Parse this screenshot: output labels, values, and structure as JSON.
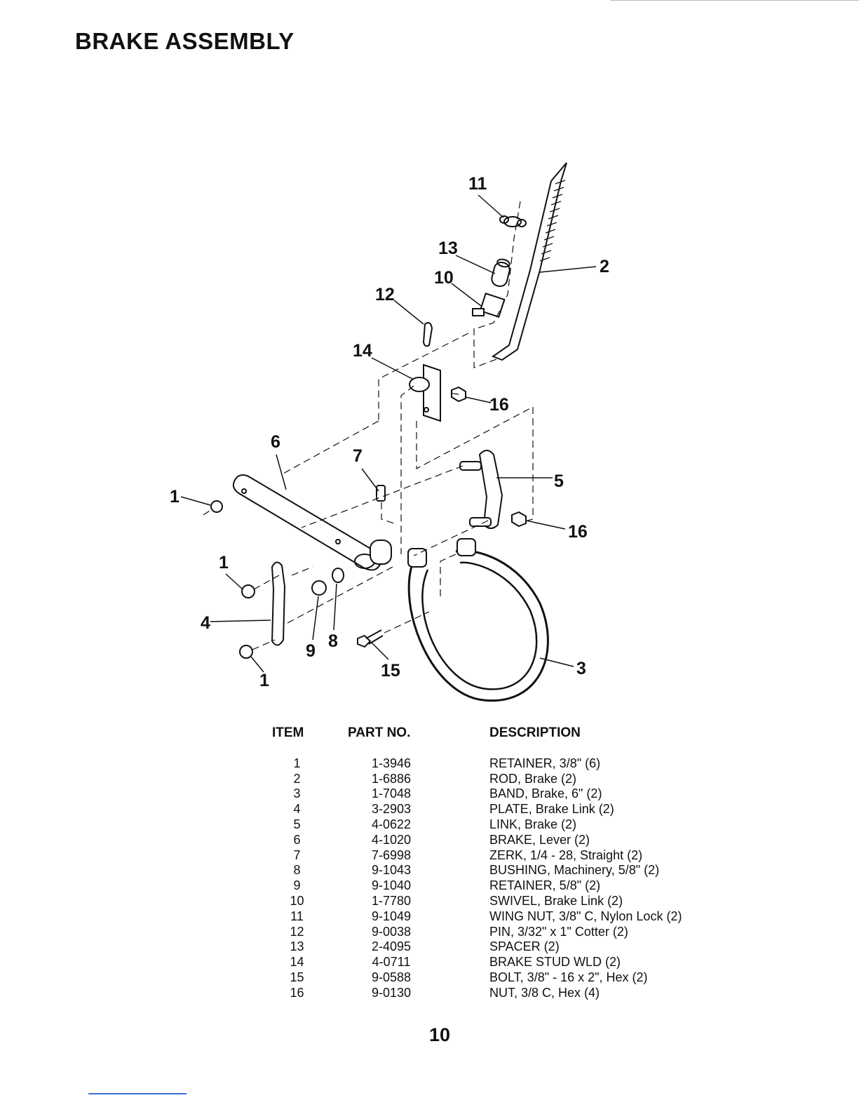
{
  "page": {
    "title": "BRAKE ASSEMBLY",
    "page_number": "10"
  },
  "diagram": {
    "callouts": [
      "11",
      "13",
      "10",
      "12",
      "2",
      "14",
      "16",
      "6",
      "7",
      "5",
      "1",
      "16",
      "1",
      "4",
      "9",
      "8",
      "15",
      "3",
      "1"
    ]
  },
  "parts_table": {
    "headers": {
      "item": "ITEM",
      "part_no": "PART NO.",
      "description": "DESCRIPTION"
    },
    "rows": [
      {
        "item": "1",
        "part_no": "1-3946",
        "description": "RETAINER, 3/8\" (6)"
      },
      {
        "item": "2",
        "part_no": "1-6886",
        "description": "ROD, Brake (2)"
      },
      {
        "item": "3",
        "part_no": "1-7048",
        "description": "BAND, Brake, 6\" (2)"
      },
      {
        "item": "4",
        "part_no": "3-2903",
        "description": "PLATE, Brake Link (2)"
      },
      {
        "item": "5",
        "part_no": "4-0622",
        "description": "LINK, Brake (2)"
      },
      {
        "item": "6",
        "part_no": "4-1020",
        "description": "BRAKE, Lever (2)"
      },
      {
        "item": "7",
        "part_no": "7-6998",
        "description": "ZERK, 1/4 - 28, Straight (2)"
      },
      {
        "item": "8",
        "part_no": "9-1043",
        "description": "BUSHING, Machinery, 5/8\" (2)"
      },
      {
        "item": "9",
        "part_no": "9-1040",
        "description": "RETAINER, 5/8\" (2)"
      },
      {
        "item": "10",
        "part_no": "1-7780",
        "description": "SWIVEL, Brake Link (2)"
      },
      {
        "item": "11",
        "part_no": "9-1049",
        "description": "WING NUT, 3/8\" C, Nylon Lock (2)"
      },
      {
        "item": "12",
        "part_no": "9-0038",
        "description": "PIN, 3/32\" x 1\" Cotter (2)"
      },
      {
        "item": "13",
        "part_no": "2-4095",
        "description": "SPACER (2)"
      },
      {
        "item": "14",
        "part_no": "4-0711",
        "description": "BRAKE STUD WLD (2)"
      },
      {
        "item": "15",
        "part_no": "9-0588",
        "description": "BOLT, 3/8\" - 16 x 2\", Hex (2)"
      },
      {
        "item": "16",
        "part_no": "9-0130",
        "description": "NUT, 3/8 C, Hex (4)"
      }
    ]
  }
}
